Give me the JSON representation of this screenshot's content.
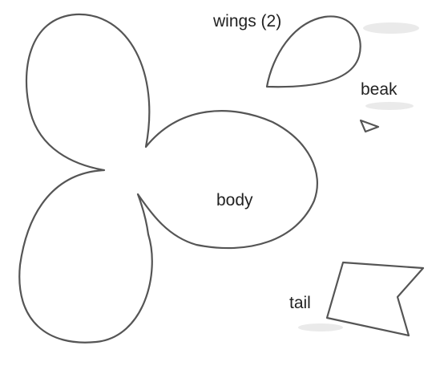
{
  "labels": {
    "wings": "wings (2)",
    "beak": "beak",
    "body": "body",
    "tail": "tail"
  },
  "colors": {
    "background": "#ffffff",
    "outline": "#555555",
    "text": "#222222"
  }
}
